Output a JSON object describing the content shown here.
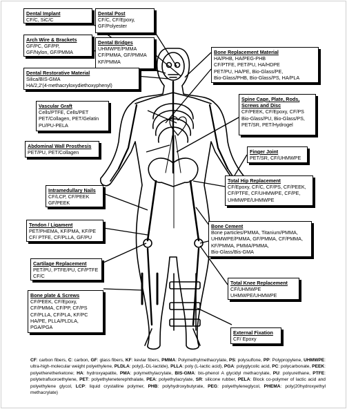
{
  "labels": {
    "dental_implant": {
      "title": "Dental Implant",
      "lines": [
        "CF/C, SiC/C"
      ]
    },
    "dental_post": {
      "title": "Dental Post",
      "lines": [
        "CF/C, CF/Epoxy,",
        "GF/Polyester"
      ]
    },
    "arch_wire": {
      "title": "Arch Wire & Brackets",
      "lines": [
        "GF/PC, GF/PP,",
        "GF/Nylon, GF/PMMA"
      ]
    },
    "dental_bridges": {
      "title": "Dental Bridges",
      "lines": [
        "UHMWPE/PMMA",
        "CF/PMMA, GF/PMMA",
        "KF/PMMA"
      ]
    },
    "dental_restorative": {
      "title": "Dental Restorative Material",
      "lines": [
        "Silica/BIS-GMA",
        "HA/2,2'(4-methacryloxydiethoxyphenyl)"
      ]
    },
    "bone_replacement": {
      "title": "Bone Replacement Material",
      "lines": [
        "HA/PHB, HA/PEG-PHB",
        "CF/PTFE, PET/PU, HA/HDPE",
        "PET/PU, HA/PE, Bio-Glass/PE,",
        "Bio-Glass/PHB, Bio-Glass/PS, HA/PLA"
      ]
    },
    "vascular_graft": {
      "title": "Vascular Graft",
      "lines": [
        "Cells/PTFE, Cells/PET",
        "PET/Collagen, PET/Gelatin",
        "PU/PU-PELA"
      ]
    },
    "spine_cage": {
      "title": "Spine Cage, Plate, Rods, Screws and Disc",
      "lines": [
        "CF/PEEK, CF/Epoxy, CF/PS",
        "Bio-Glass/PU, Bio-Glass/PS,",
        "PET/SR, PET/Hydrogel"
      ]
    },
    "abdominal_wall": {
      "title": "Abdominal Wall Prosthesis",
      "lines": [
        "PET/PU, PET/Collagen"
      ]
    },
    "finger_joint": {
      "title": "Finger Joint",
      "lines": [
        "PET/SR, CF/UHMWPE"
      ]
    },
    "total_hip": {
      "title": "Total Hip Replacement",
      "lines": [
        "CF/Epoxy, CF/C, CF/PS, CF/PEEK,",
        "CF/PTFE, CF/UHMWPE, CF/PE,",
        "UHMWPE/UHMWPE"
      ]
    },
    "intramedullary": {
      "title": "Intramedullary Nails",
      "lines": [
        "CF/LCP, CF/PEEK",
        "GF/PEEK"
      ]
    },
    "tendon": {
      "title": "Tendon / Ligament",
      "lines": [
        "PET/PHEMA, KF/PMA, KF/PE",
        "CF/ PTFE, CF/PLLA, GF/PU"
      ]
    },
    "bone_cement": {
      "title": "Bone Cement",
      "lines": [
        "Bone particles/PMMA, Titanium/PMMA,",
        "UHMWPE/PMMA, GF/PMMA, CF/PMMA,",
        "KF/PMMA, PMMA/PMMA,",
        "Bio-Glass/Bis-GMA"
      ]
    },
    "cartilage": {
      "title": "Cartilage Replacement",
      "lines": [
        "PET/PU, PTFE/PU, CF/PTFE",
        "CF/C"
      ]
    },
    "total_knee": {
      "title": "Total Knee Replacement",
      "lines": [
        "CF/UHMWPE",
        "UHMWPE/UHMWPE"
      ]
    },
    "bone_plate": {
      "title": "Bone plate & Screws",
      "lines": [
        "CF/PEEK, CF/Epoxy,",
        "CF/PMMA, CF/PP, CF/PS",
        "CF/PLLA, CF/PLA, KF/PC",
        "HA/PE, PLLA/PLDLA,",
        "PGA/PGA"
      ]
    },
    "external_fixation": {
      "title": "External Fixation",
      "lines": [
        "CF/ Epoxy"
      ]
    }
  },
  "legend": [
    {
      "abbr": "CF",
      "text": ": carbon fibers, "
    },
    {
      "abbr": "C",
      "text": ": carbon, "
    },
    {
      "abbr": "GF",
      "text": ": glass fibers, "
    },
    {
      "abbr": "KF",
      "text": ": kevlar fibers, "
    },
    {
      "abbr": "PMMA",
      "text": ": Polymethylmethacrylate, "
    },
    {
      "abbr": "PS",
      "text": ": polysulfone, "
    },
    {
      "abbr": "PP",
      "text": ": Polypropylene, "
    },
    {
      "abbr": "UHMWPE",
      "text": ": ultra-high-molecular weight polyethylene, "
    },
    {
      "abbr": "PLDLA",
      "text": ": poly(L-DL-lactide), "
    },
    {
      "abbr": "PLLA",
      "text": ": poly (L-lactic acid), "
    },
    {
      "abbr": "PGA",
      "text": ": polyglycolic acid, "
    },
    {
      "abbr": "PC",
      "text": ": polycarbonate, "
    },
    {
      "abbr": "PEEK",
      "text": ": polyetheretherketone; "
    },
    {
      "abbr": "HA",
      "text": ": hydroxyapatite, "
    },
    {
      "abbr": "PMA",
      "text": ": polymethylacrylate, "
    },
    {
      "abbr": "BIS-GMA",
      "text": ": bis-phenol A glycidyl methacrylate, "
    },
    {
      "abbr": "PU",
      "text": ": polyurethane, "
    },
    {
      "abbr": "PTFE",
      "text": ": polytetrafluoroethylene, "
    },
    {
      "abbr": "PET",
      "text": ": polyethyleneterephthalate, "
    },
    {
      "abbr": "PEA",
      "text": ": polyethylacrylate, "
    },
    {
      "abbr": "SR",
      "text": ": silicone rubber, "
    },
    {
      "abbr": "PELA",
      "text": ": Block co-polymer of lactic acid and polyethylene glycol, "
    },
    {
      "abbr": "LCP",
      "text": ": liquid crystalline polymer, "
    },
    {
      "abbr": "PHB",
      "text": ": polyhydroxybutyrate, "
    },
    {
      "abbr": "PEG",
      "text": ": polyethyleneglycol, "
    },
    {
      "abbr": "PHEMA",
      "text": ": poly(20hydroxyethyl methacrylate)"
    }
  ],
  "colors": {
    "ink": "#000000",
    "paper": "#ffffff"
  }
}
